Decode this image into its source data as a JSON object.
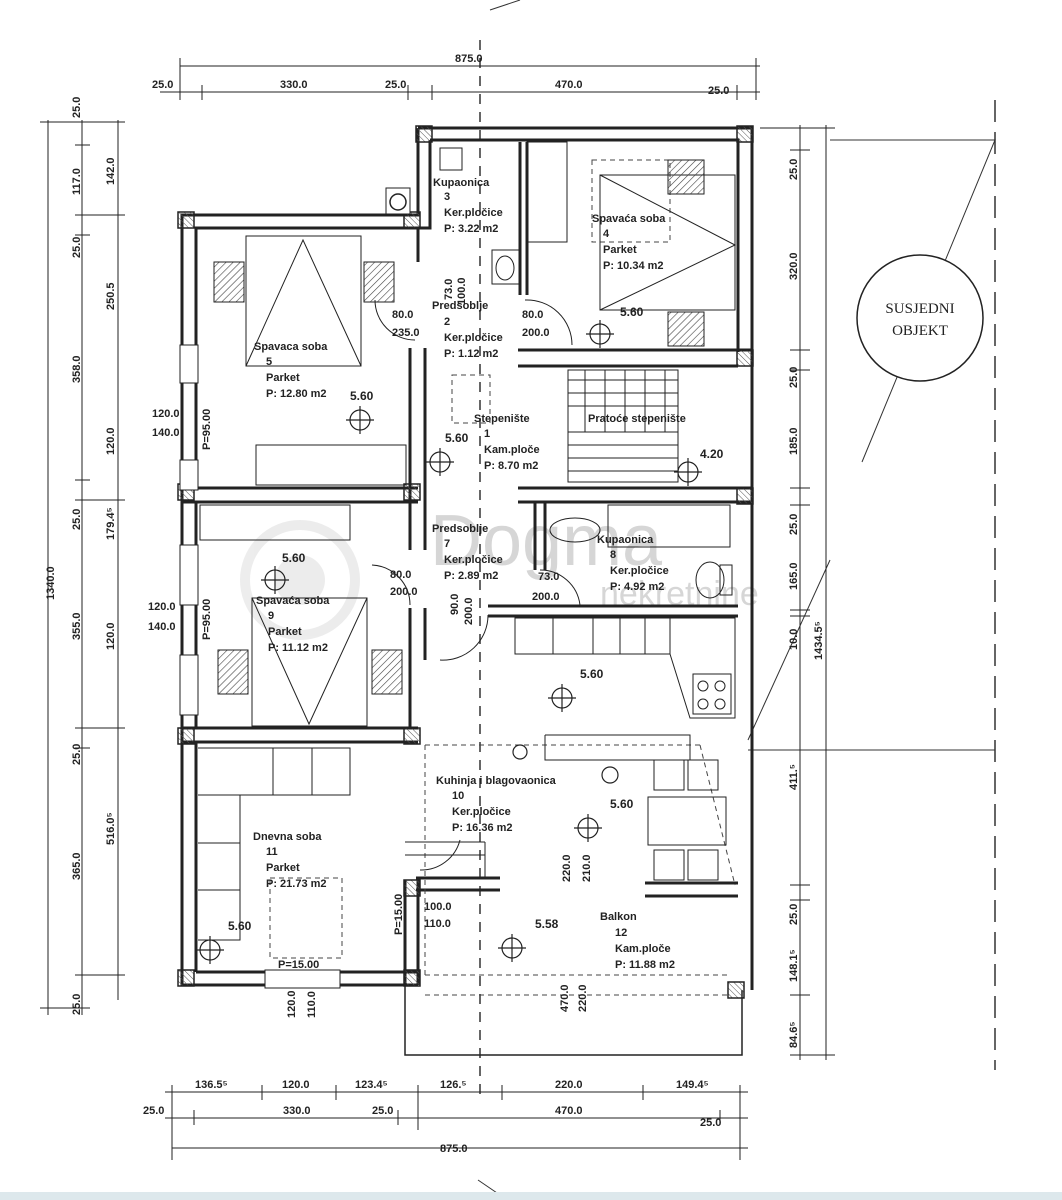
{
  "dimensions": {
    "top_total": "875.0",
    "top_segments": [
      "25.0",
      "330.0",
      "25.0",
      "470.0",
      "25.0"
    ],
    "left_total": "1340.0",
    "left_segments": [
      "25.0",
      "117.0",
      "25.0",
      "358.0",
      "25.0",
      "355.0",
      "25.0",
      "365.0",
      "25.0"
    ],
    "left_inner": [
      "142.0",
      "250.5",
      "120.0",
      "179.4⁵",
      "120.0",
      "516.0⁵"
    ],
    "right_total": "1434.5⁵",
    "right_segments": [
      "25.0",
      "320.0",
      "25.0",
      "185.0",
      "25.0",
      "165.0",
      "10.0",
      "411.⁵",
      "25.0",
      "148.1⁵",
      "84.6⁵"
    ],
    "bottom_segments": [
      "136.5⁵",
      "120.0",
      "123.4⁵",
      "126.⁵",
      "220.0",
      "149.4⁵"
    ],
    "bottom_segments_2": [
      "25.0",
      "330.0",
      "25.0",
      "470.0",
      "25.0"
    ],
    "bottom_total": "875.0",
    "window_left_a": [
      "120.0",
      "140.0"
    ],
    "window_left_b": [
      "120.0",
      "140.0"
    ],
    "window_h": "P=95.00",
    "door_labels": {
      "d1": [
        "80.0",
        "235.0"
      ],
      "d2": [
        "80.0",
        "200.0"
      ],
      "d3": [
        "80.0",
        "200.0"
      ],
      "d4": [
        "73.0",
        "200.0"
      ],
      "d5": [
        "73.0",
        "100.0"
      ],
      "d6": [
        "90.0",
        "200.0"
      ],
      "d7": [
        "100.0",
        "110.0"
      ],
      "d8": [
        "220.0",
        "210.0"
      ],
      "d9": [
        "120.0",
        "110.0"
      ],
      "d10": [
        "470.0",
        "220.0"
      ],
      "p15a": "P=15.00",
      "p15b": "P=15.00"
    }
  },
  "rooms": {
    "r3": {
      "name": "Kupaonica",
      "num": "3",
      "floor": "Ker.pločice",
      "area": "P: 3.22 m2"
    },
    "r4": {
      "name": "Spavaća soba",
      "num": "4",
      "floor": "Parket",
      "area": "P: 10.34 m2"
    },
    "r5": {
      "name": "Spavaca soba",
      "num": "5",
      "floor": "Parket",
      "area": "P: 12.80 m2"
    },
    "r2": {
      "name": "Predsoblje",
      "num": "2",
      "floor": "Ker.pločice",
      "area": "P: 1.12 m2"
    },
    "r1": {
      "name": "Stepenište",
      "num": "1",
      "floor": "Kam.ploče",
      "area": "P: 8.70 m2"
    },
    "stair": {
      "name": "Pratoće stepenište"
    },
    "r7": {
      "name": "Predsoblje",
      "num": "7",
      "floor": "Ker.pločice",
      "area": "P: 2.89 m2"
    },
    "r8": {
      "name": "Kupaonica",
      "num": "8",
      "floor": "Ker.pločice",
      "area": "P: 4.92 m2"
    },
    "r9": {
      "name": "Spavaća soba",
      "num": "9",
      "floor": "Parket",
      "area": "P: 11.12 m2"
    },
    "r10": {
      "name": "Kuhinja i blagovaonica",
      "num": "10",
      "floor": "Ker.pločice",
      "area": "P: 16.36 m2"
    },
    "r11": {
      "name": "Dnevna soba",
      "num": "11",
      "floor": "Parket",
      "area": "P: 21.73 m2"
    },
    "r12": {
      "name": "Balkon",
      "num": "12",
      "floor": "Kam.ploče",
      "area": "P: 11.88 m2"
    }
  },
  "levels": {
    "l1": "5.60",
    "l2": "5.60",
    "l3": "5.60",
    "l4": "4.20",
    "l5": "5.60",
    "l6": "5.60",
    "l7": "5.60",
    "l8": "5.60",
    "l9": "5.58"
  },
  "neighbor": {
    "line1": "SUSJEDNI",
    "line2": "OBJEKT"
  },
  "watermark": {
    "brand": "Dogma",
    "sub": "nekretnine"
  },
  "colors": {
    "line": "#222222",
    "background": "#ffffff",
    "hatch": "#444444"
  }
}
